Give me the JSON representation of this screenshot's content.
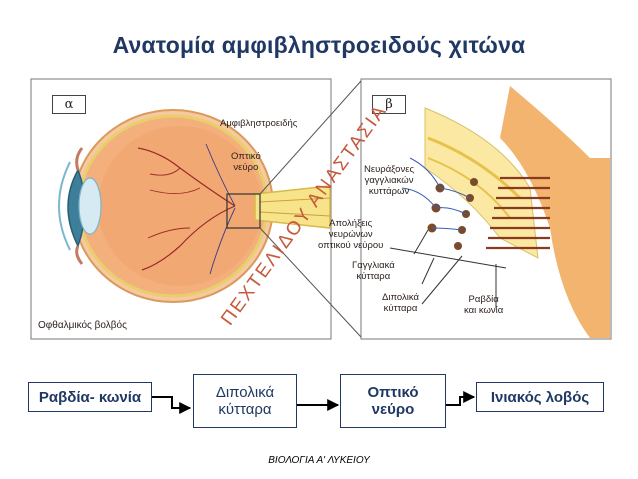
{
  "title": "Ανατομία αμφιβληστροειδούς χιτώνα",
  "figure": {
    "panel_a": "α",
    "panel_b": "β",
    "labels": {
      "retina": "Αμφιβληστροειδής",
      "optic_nerve": "Οπτικό\nνεύρο",
      "eyeball": "Οφθαλμικός βολβός",
      "ganglion_neurites": "Νευράξονες\nγαγγλιακών\nκυττάρων",
      "optic_nerve_endings": "Απολήξεις\nνευρώνων\nοπτικού νεύρου",
      "ganglion_cells": "Γαγγλιακά\nκύτταρα",
      "bipolar_cells": "Διπολικά\nκύτταρα",
      "rods_cones": "Ραβδία\nκαι κωνία"
    },
    "watermark": "ΠΕΧΤΕΛΙΔΟΥ ΑΝΑΣΤΑΣΙΑ"
  },
  "flow": {
    "step1": "Ραβδία- κωνία",
    "step2": "Διπολικά\nκύτταρα",
    "step3": "Οπτικό\nνεύρο",
    "step4": "Ινιακός λοβός"
  },
  "footer": "ΒΙΟΛΟΓΙΑ Α' ΛΥΚΕΙΟΥ"
}
